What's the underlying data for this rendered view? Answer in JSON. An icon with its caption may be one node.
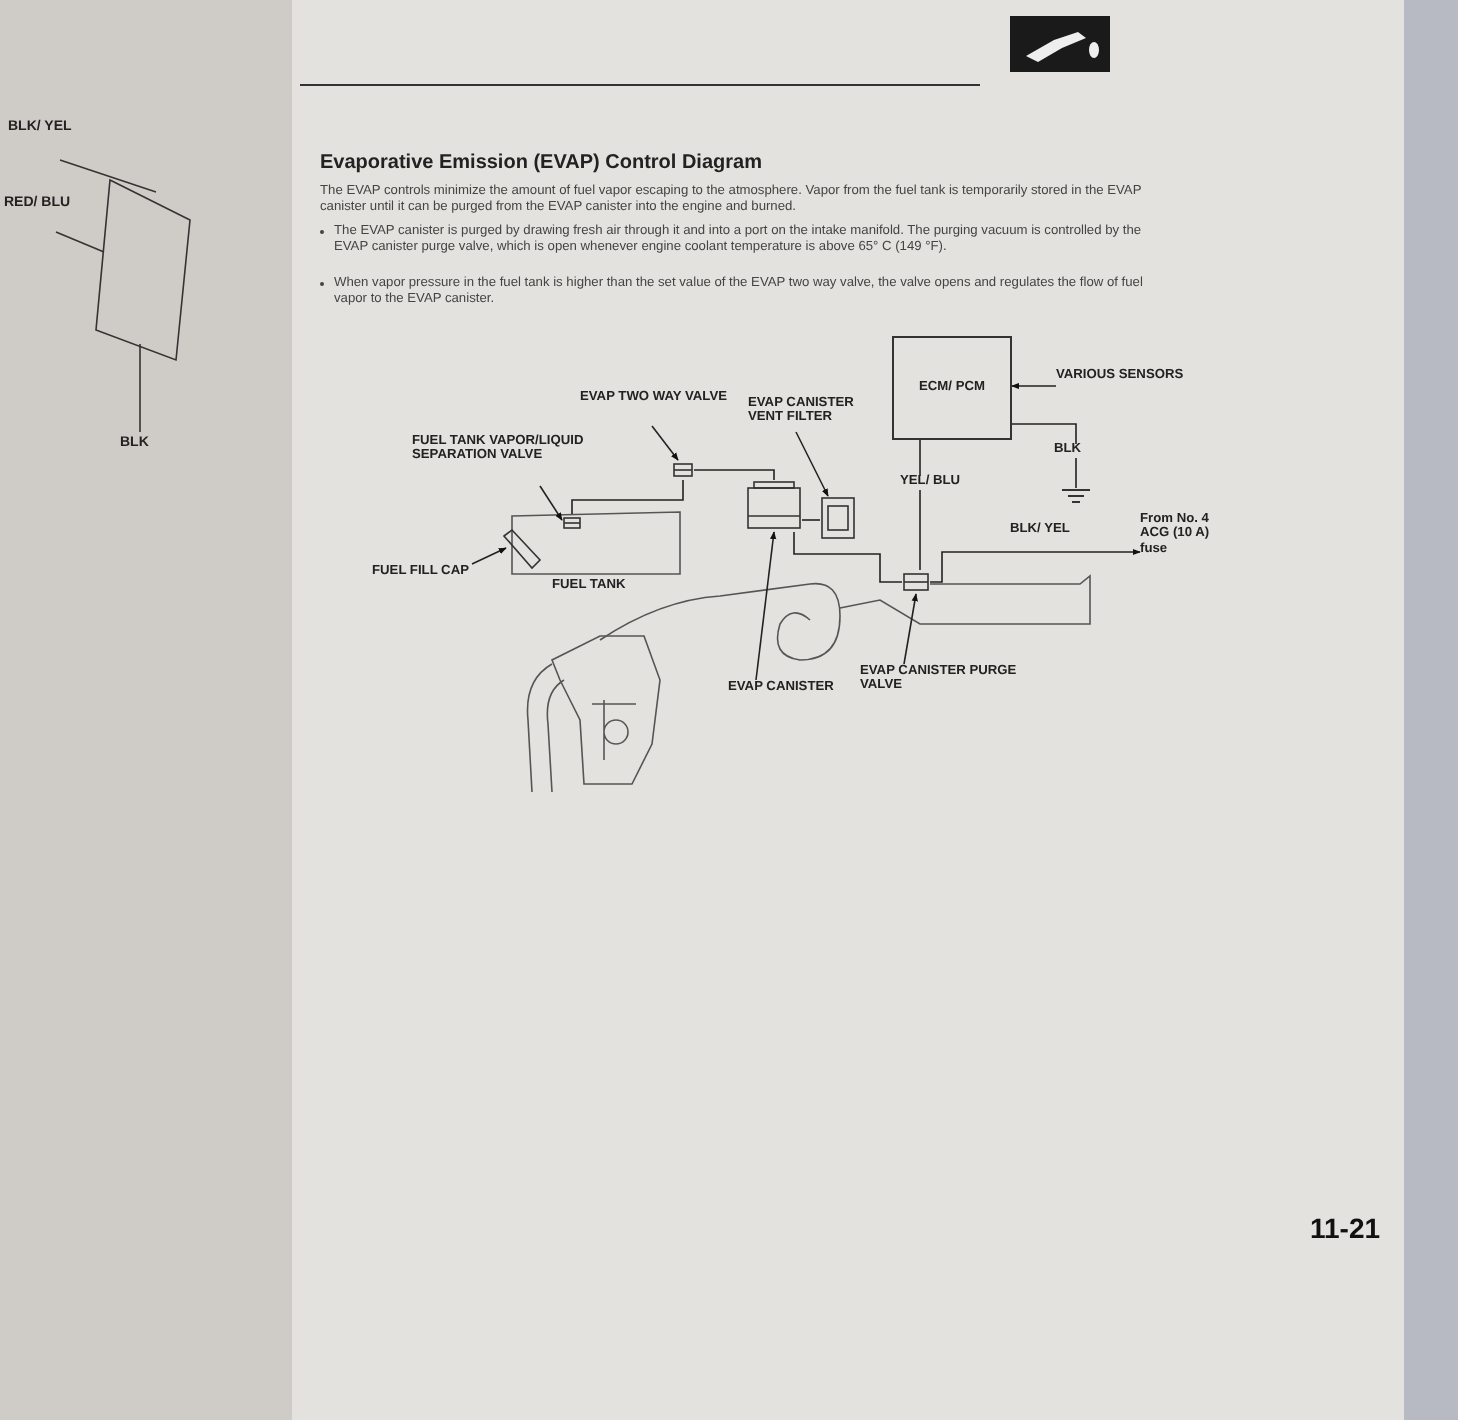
{
  "diagram": {
    "title": "Evaporative Emission (EVAP) Control Diagram",
    "nodes": [
      {
        "text": [
          "ECM/ PCM"
        ]
      },
      {
        "text": [
          "VARIOUS SENSORS"
        ]
      },
      {
        "text": [
          "EVAP TWO WAY VALVE"
        ]
      },
      {
        "text": [
          "EVAP CANISTER VENT FILTER"
        ]
      },
      {
        "text": [
          "FUEL TANK VAPOR/LIQUID SEPARATION VALVE"
        ]
      },
      {
        "text": [],
        "shape": "picture"
      },
      {
        "text": [],
        "shape": "picture"
      },
      {
        "text": [],
        "shape": "picture"
      },
      {
        "text": [],
        "shape": "ground"
      },
      {
        "text": [],
        "shape": "picture"
      },
      {
        "text": [
          "FUEL FILL CAP"
        ]
      },
      {
        "text": [],
        "shape": "picture"
      },
      {
        "text": [
          "From No. 4 ACG (10 A) fuse"
        ]
      },
      {
        "text": [],
        "shape": "picture"
      },
      {
        "text": [
          "EVAP CANISTER"
        ]
      },
      {
        "text": [
          "EVAP CANISTER PURGE VALVE"
        ]
      }
    ],
    "edges": [
      {
        "from": 1,
        "to": 0,
        "arrow": "to"
      },
      {
        "from": 0,
        "to": 8,
        "arrow": "none",
        "label": "BLK"
      },
      {
        "from": 0,
        "to": 13,
        "arrow": "none",
        "label": "YEL/ BLU"
      },
      {
        "from": 13,
        "to": 12,
        "arrow": "to",
        "label": "BLK/ YEL"
      },
      {
        "from": 2,
        "to": 5,
        "arrow": "to"
      },
      {
        "from": 3,
        "to": 7,
        "arrow": "to"
      },
      {
        "from": 4,
        "to": 9,
        "arrow": "to"
      },
      {
        "from": 10,
        "to": 11,
        "arrow": "to"
      },
      {
        "from": 14,
        "to": 6,
        "arrow": "to"
      },
      {
        "from": 15,
        "to": 13,
        "arrow": "to"
      },
      {
        "from": 9,
        "to": 5,
        "arrow": "none"
      },
      {
        "from": 5,
        "to": 6,
        "arrow": "none"
      },
      {
        "from": 7,
        "to": 6,
        "arrow": "none"
      },
      {
        "from": 6,
        "to": 13,
        "arrow": "none"
      }
    ],
    "labels": [
      "BLK/ YEL",
      "RED/ BLU",
      "BLK",
      "The EVAP controls minimize the amount of fuel vapor escaping to the atmosphere. Vapor from the fuel tank is temporarily stored in the EVAP canister until it can be purged from the EVAP canister into the engine and burned.",
      "The EVAP canister is purged by drawing fresh air through it and into a port on the intake manifold. The purging vacuum is controlled by the EVAP canister purge valve, which is open whenever engine coolant temperature is above 65° C (149 °F).",
      "When vapor pressure in the fuel tank is higher than the set value of the EVAP two way valve, the valve opens and regulates the flow of fuel vapor to the EVAP canister.",
      "FUEL TANK",
      "11-21"
    ]
  }
}
